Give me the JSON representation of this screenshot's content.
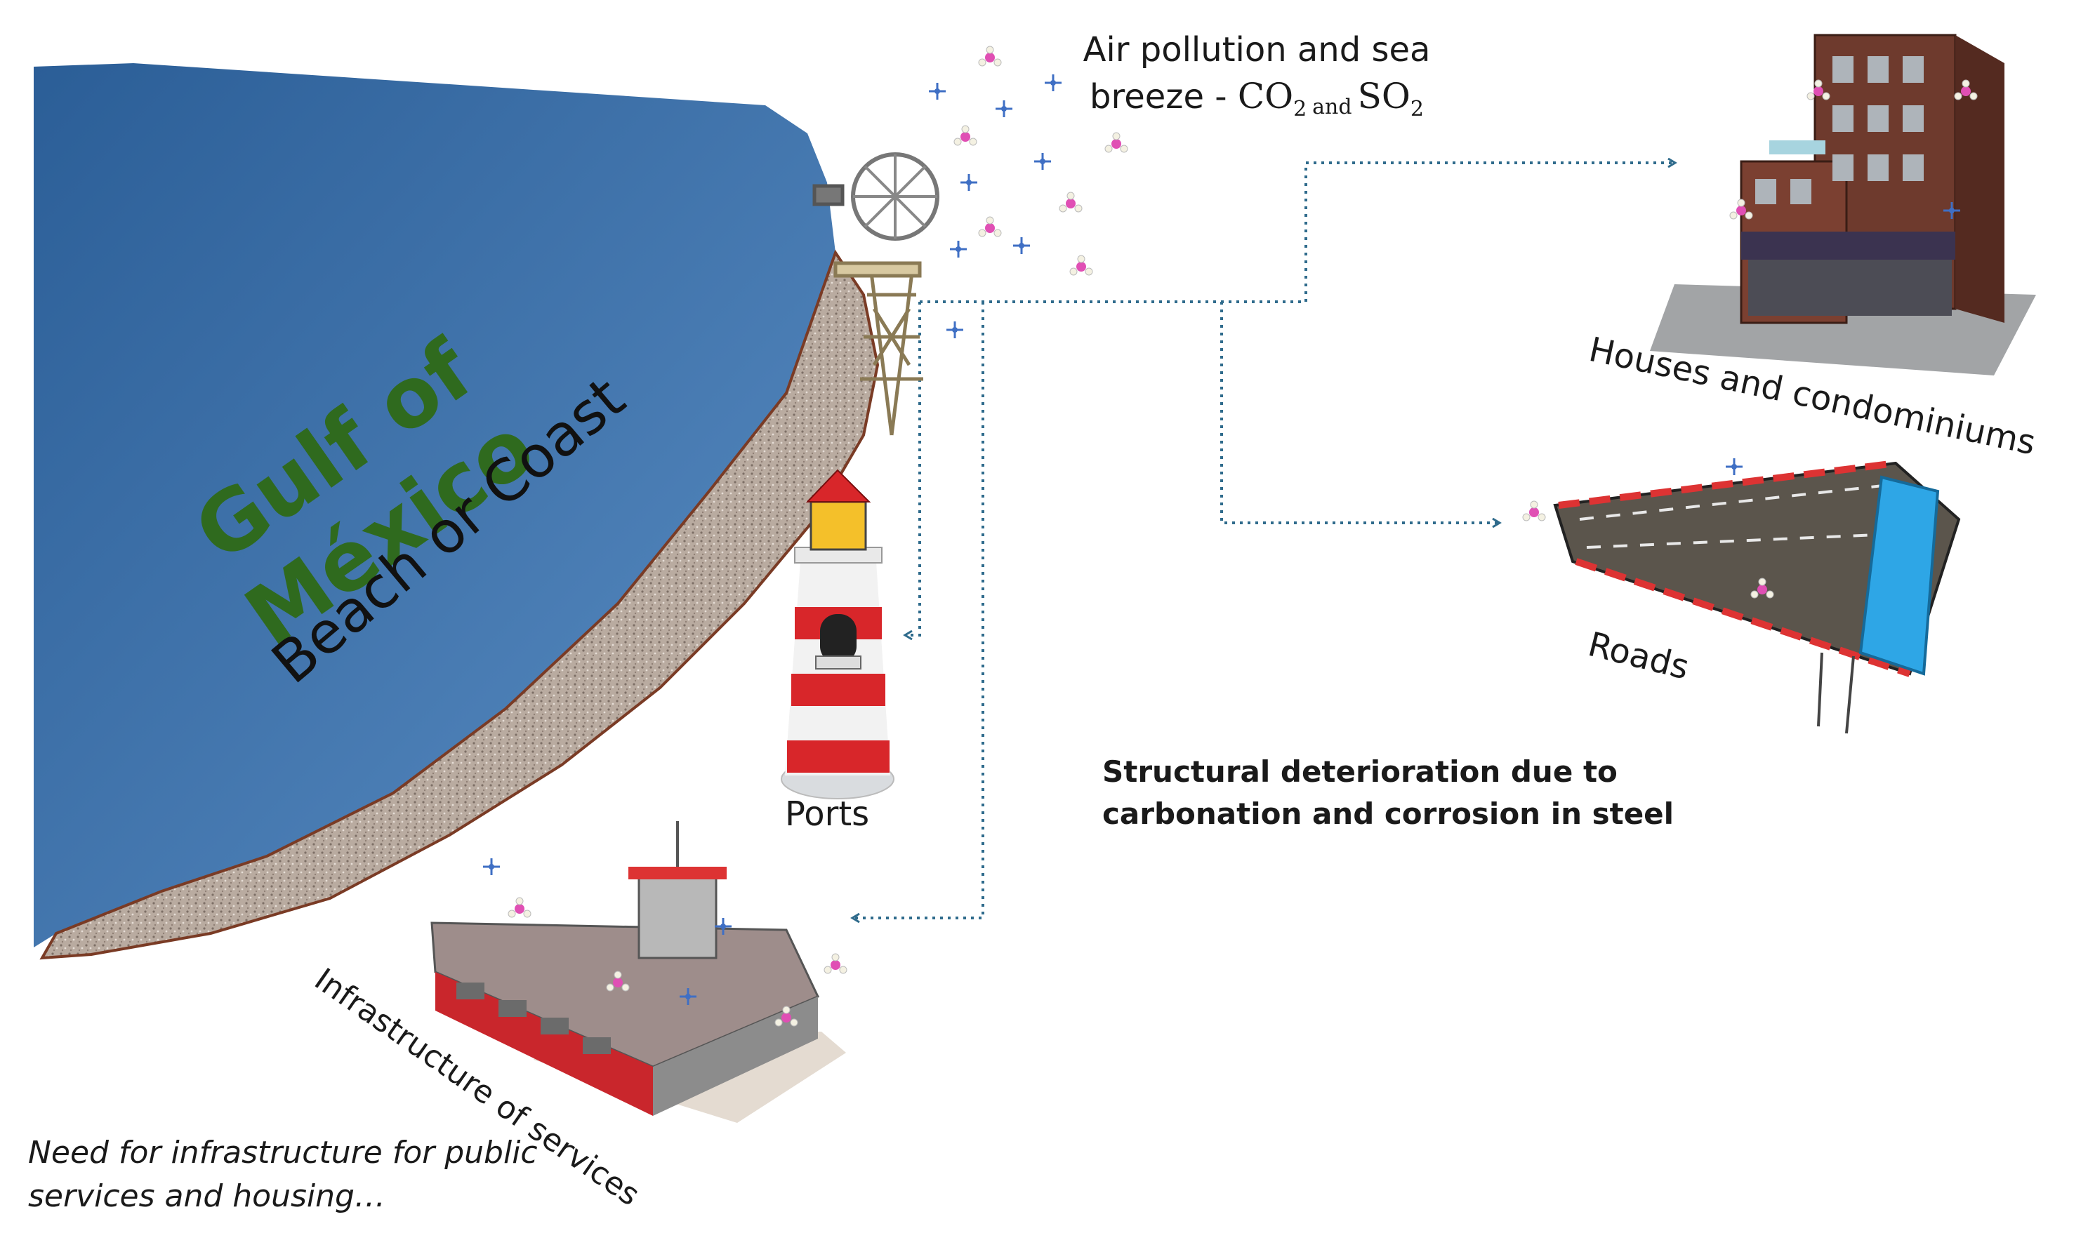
{
  "labels": {
    "gulf_line1": "Gulf of",
    "gulf_line2": "México",
    "beach": "Beach or Coast",
    "pollution_line1": "Air pollution and sea",
    "pollution_line2_prefix": "breeze - ",
    "co2_base": "CO",
    "co2_sub": "2",
    "and": "and",
    "so2_base": "SO",
    "so2_sub": "2",
    "houses": "Houses and condominiums",
    "roads": "Roads",
    "ports": "Ports",
    "infrastructure": "Infrastructure of services",
    "deterioration": "Structural deterioration due to carbonation and corrosion in steel",
    "need": "Need for infrastructure for public services and housing…"
  },
  "colors": {
    "sea_light": "#5b8ec4",
    "sea_dark": "#2b5e97",
    "gulf_text": "#2f6a1e",
    "beach": "#b7a89b",
    "arrow": "#2f6b8c",
    "lighthouse_red": "#d8262a",
    "building_red": "#c9262c",
    "molecule_pink": "#e04fb4",
    "molecule_blue": "#3f6fc4"
  },
  "icons": [
    "windmill-icon",
    "lighthouse-icon",
    "apartment-building-icon",
    "road-icon",
    "service-building-icon",
    "co2-molecule-icon",
    "so2-molecule-icon"
  ]
}
